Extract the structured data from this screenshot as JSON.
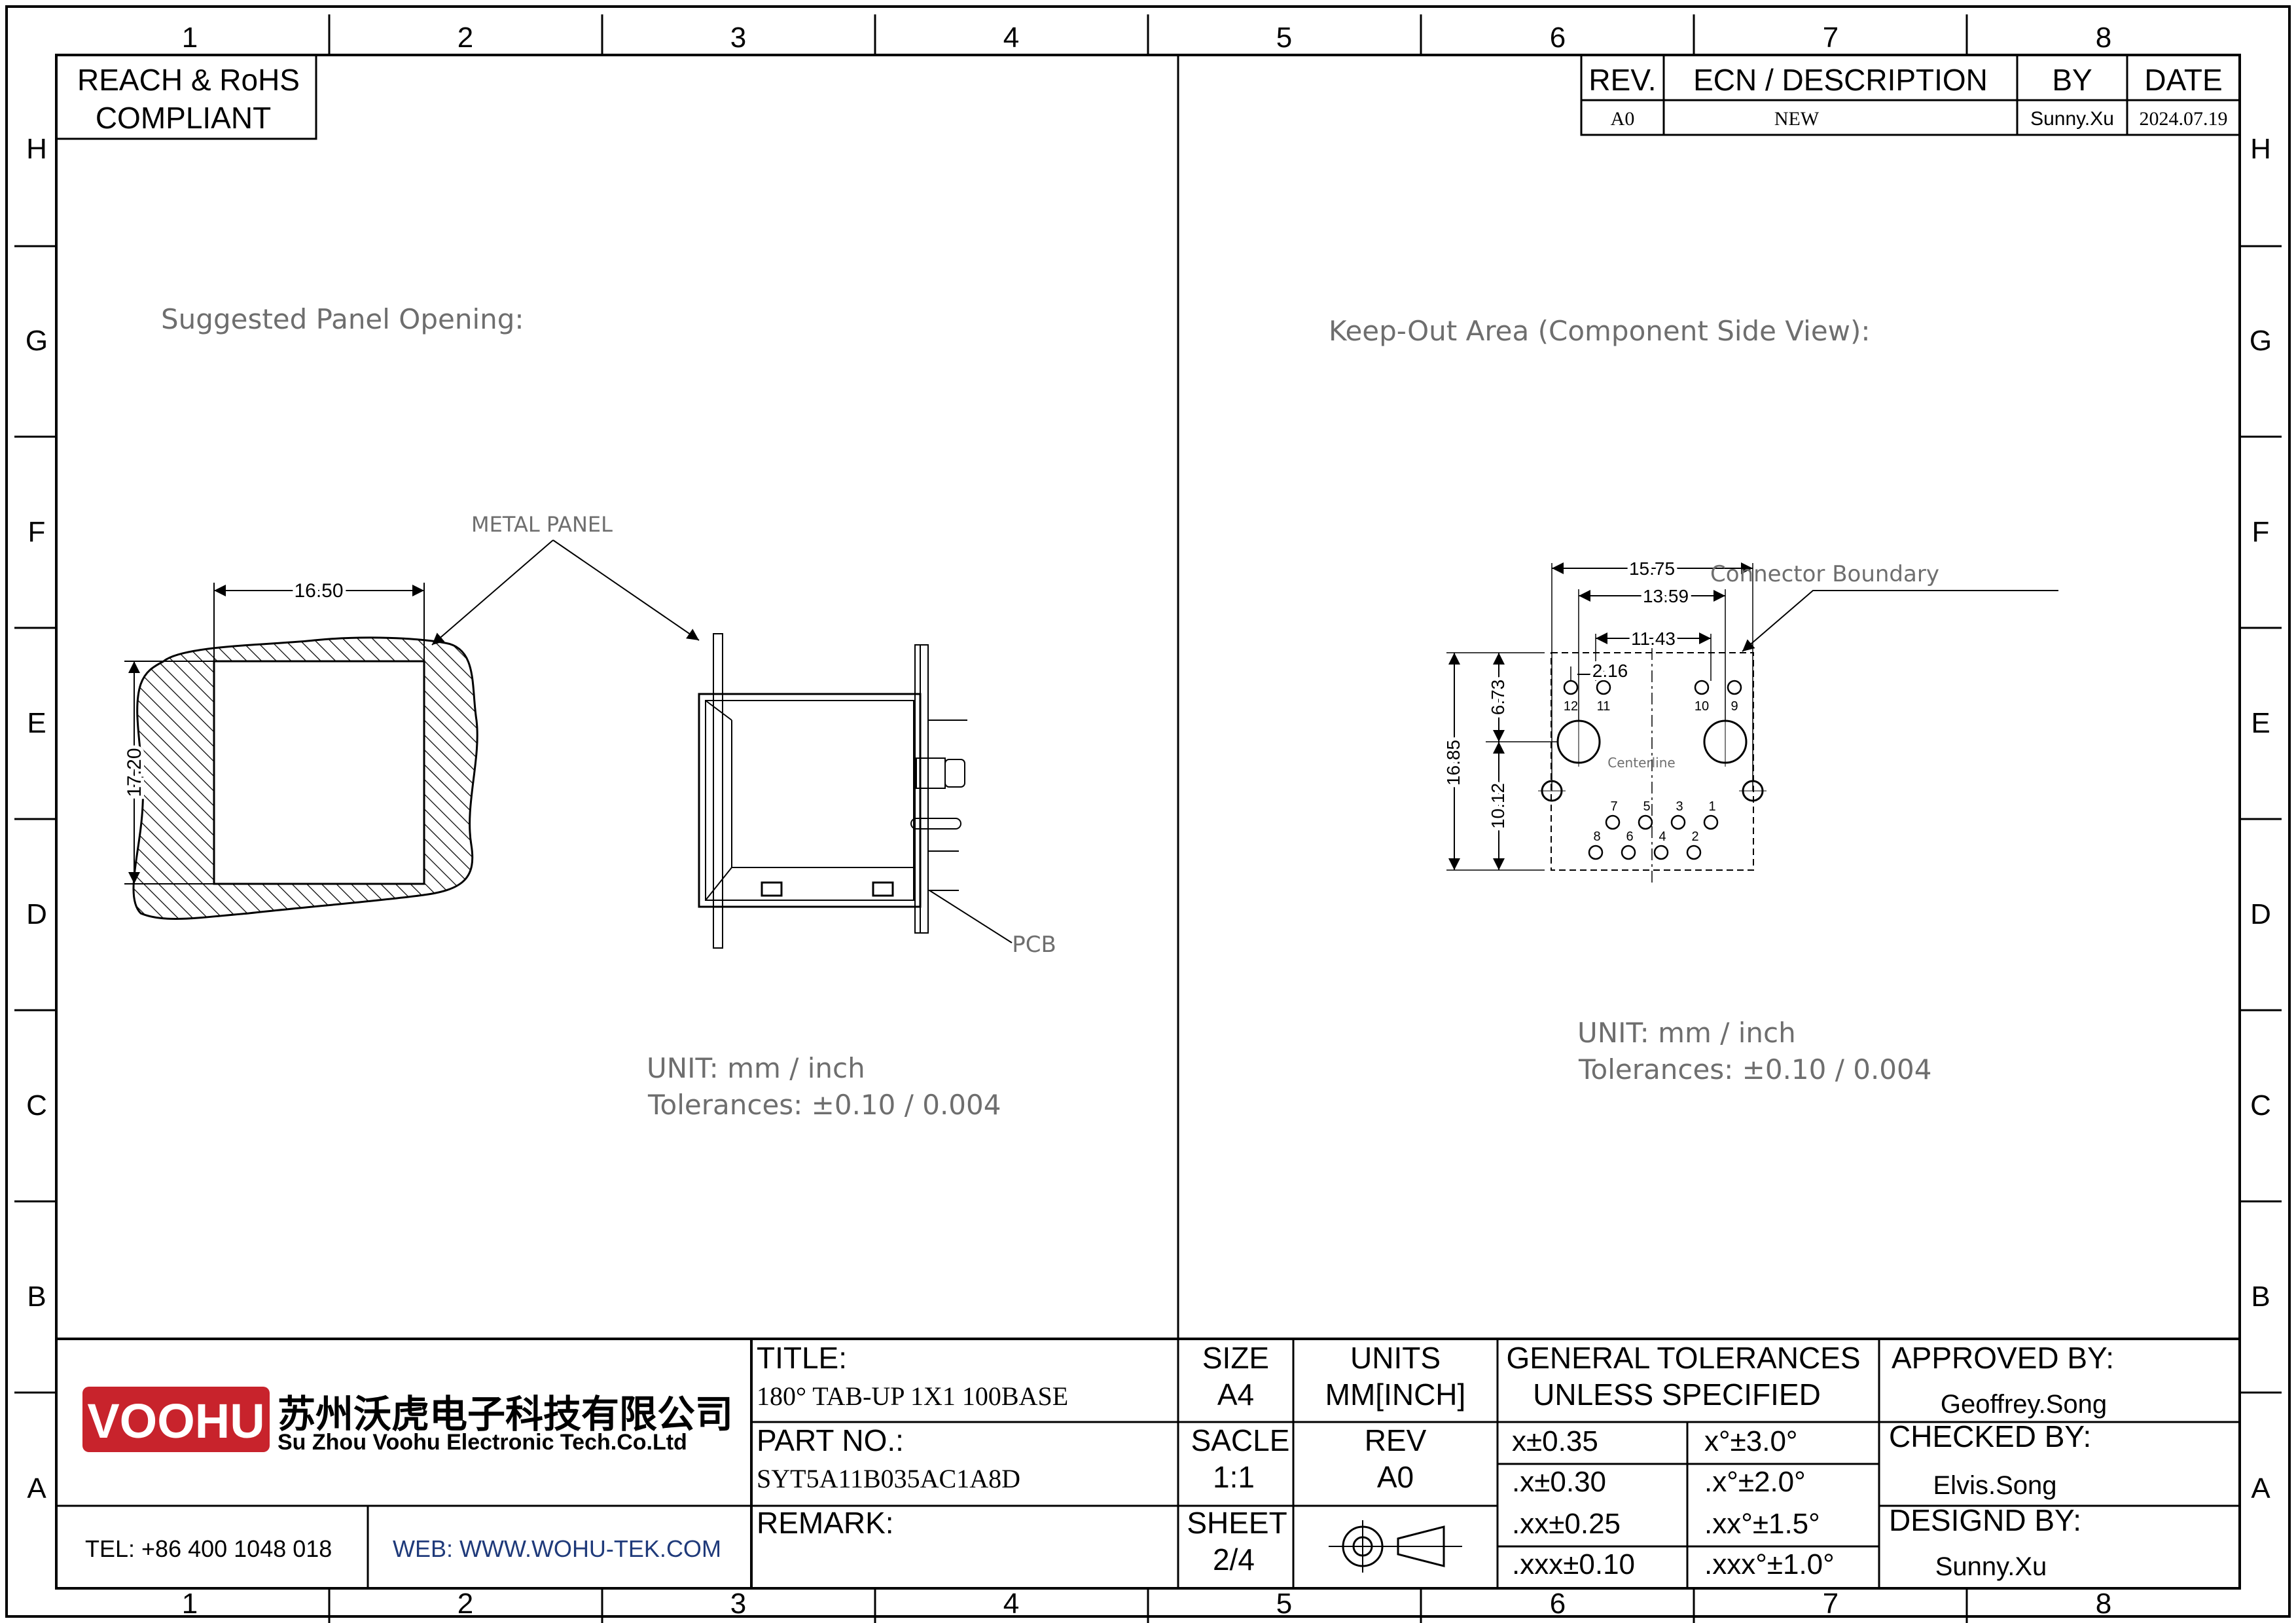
{
  "zones": {
    "columns": [
      "1",
      "2",
      "3",
      "4",
      "5",
      "6",
      "7",
      "8"
    ],
    "rows": [
      "H",
      "G",
      "F",
      "E",
      "D",
      "C",
      "B",
      "A"
    ]
  },
  "compliance": [
    "REACH & RoHS",
    "COMPLIANT"
  ],
  "revision_block": {
    "headers": [
      "REV.",
      "ECN / DESCRIPTION",
      "BY",
      "DATE"
    ],
    "row": [
      "A0",
      "NEW",
      "Sunny.Xu",
      "2024.07.19"
    ]
  },
  "left_view": {
    "heading": "Suggested Panel Opening:",
    "metal_panel_label": "METAL PANEL",
    "pcb_label": "PCB",
    "dim_width": "16.50",
    "dim_height": "17.20",
    "unit_line": "UNIT:  mm  /  inch",
    "tol_line": "Tolerances:  ±0.10  /  0.004"
  },
  "right_view": {
    "heading": "Keep-Out Area (Component Side View):",
    "boundary_label": "Connector Boundary",
    "centerline_label": "Centerline",
    "dims": {
      "d1575": "15.75",
      "d1359": "13.59",
      "d1143": "11.43",
      "d216": "2.16",
      "d673": "6.73",
      "d1685": "16.85",
      "d1012": "10.12"
    },
    "pins_top": [
      "12",
      "11",
      "10",
      "9"
    ],
    "pins_bottom": [
      "7",
      "5",
      "3",
      "1",
      "8",
      "6",
      "4",
      "2"
    ],
    "unit_line": "UNIT:  mm  /  inch",
    "tol_line": "Tolerances:  ±0.10  /  0.004"
  },
  "title_block": {
    "logo_text": "VOOHU",
    "company_cn": "苏州沃虎电子科技有限公司",
    "company_en": "Su Zhou Voohu Electronic Tech.Co.Ltd",
    "tel": "TEL: +86 400 1048 018",
    "web": "WEB: WWW.WOHU-TEK.COM",
    "title_label": "TITLE:",
    "title_value": "180° TAB-UP 1X1 100BASE",
    "part_label": "PART NO.:",
    "part_value": "SYT5A11B035AC1A8D",
    "remark_label": "REMARK:",
    "size_label": "SIZE",
    "size_value": "A4",
    "units_label": "UNITS",
    "units_value": "MM[INCH]",
    "scale_label": "SACLE",
    "scale_value": "1:1",
    "rev_label": "REV",
    "rev_value": "A0",
    "sheet_label": "SHEET",
    "sheet_value": "2/4",
    "gen_tol_1": "GENERAL TOLERANCES",
    "gen_tol_2": "UNLESS SPECIFIED",
    "tolerances": [
      [
        "x±0.35",
        "x°±3.0°"
      ],
      [
        ".x±0.30",
        ".x°±2.0°"
      ],
      [
        ".xx±0.25",
        ".xx°±1.5°"
      ],
      [
        ".xxx±0.10",
        ".xxx°±1.0°"
      ]
    ],
    "approved_label": "APPROVED BY:",
    "approved_value": "Geoffrey.Song",
    "checked_label": "CHECKED BY:",
    "checked_value": "Elvis.Song",
    "designed_label": "DESIGND BY:",
    "designed_value": "Sunny.Xu"
  },
  "colors": {
    "brand_red": "#c8232c",
    "line": "#000000",
    "note_gray": "#6e6e6e"
  },
  "icons": {
    "projection": "third-angle-projection-symbol"
  }
}
